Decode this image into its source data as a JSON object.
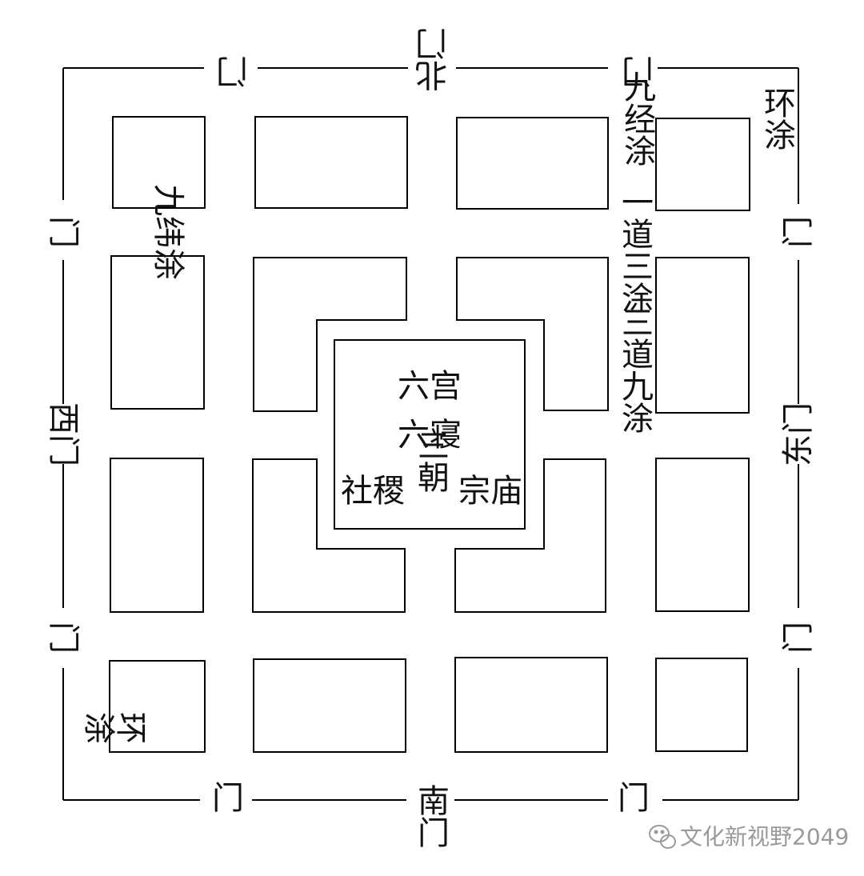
{
  "gates": {
    "north": "北门",
    "south": "南门",
    "east": "东门",
    "west": "西门",
    "side": "门"
  },
  "roads": {
    "ring_east": "环涂",
    "ring_west": "环涂",
    "jiu_jing": "九经涂",
    "jiu_wei": "九纬涂",
    "one_road_three_tu": "一道三涂",
    "three_roads_nine_tu": "三道九涂"
  },
  "palace": {
    "six_palaces": "六宫",
    "six_chambers": "六寝",
    "altar": "社稷",
    "three_courts": "三朝",
    "ancestral_temple": "宗庙"
  },
  "watermark": {
    "icon": "wechat-icon",
    "text": "文化新视野2049"
  }
}
